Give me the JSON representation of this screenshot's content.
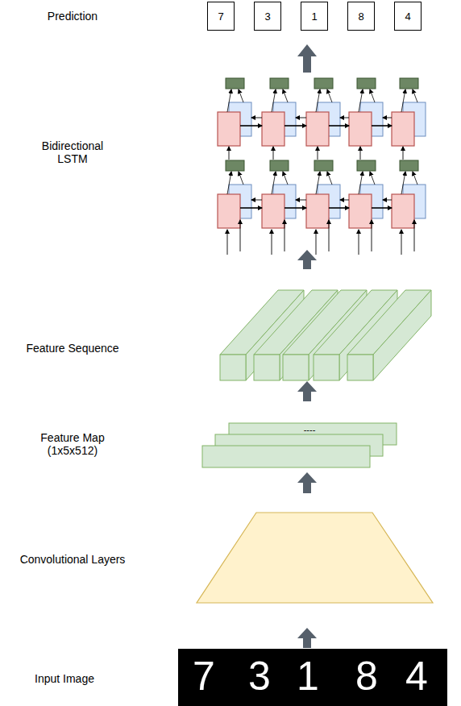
{
  "diagram": {
    "nodes": [
      {
        "text": [
          "7"
        ]
      },
      {
        "text": [
          "3"
        ]
      },
      {
        "text": [
          "1"
        ]
      },
      {
        "text": [
          "8"
        ]
      },
      {
        "text": [
          "4"
        ]
      }
    ],
    "labels": [
      "Prediction",
      "Bidirectional LSTM",
      "Feature Sequence",
      "----",
      "Feature Map (1x5x512)",
      "Convolutional Layers",
      "Input Image",
      "7",
      "3",
      "1",
      "8",
      "4"
    ]
  }
}
